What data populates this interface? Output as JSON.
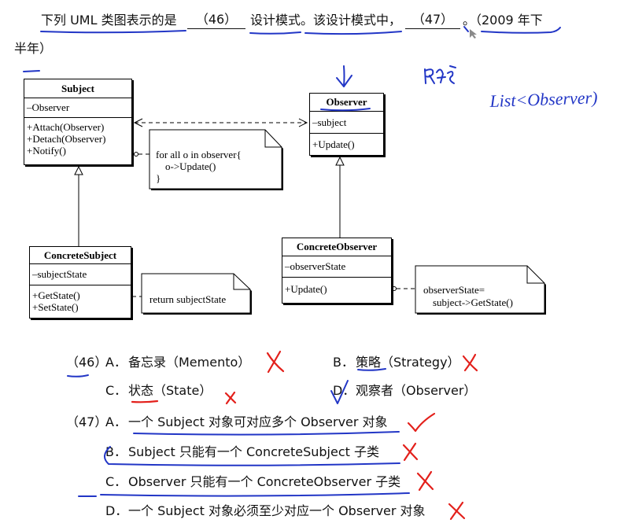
{
  "question": {
    "prefix": "下列 UML 类图表示的是",
    "blank_46": "（46）",
    "middle": "设计模式。该设计模式中，",
    "blank_47": "（47）",
    "suffix": "。（2009 年下",
    "line2": "半年）"
  },
  "diagram": {
    "subject": {
      "name": "Subject",
      "attributes": [
        "–Observer"
      ],
      "methods": [
        "+Attach(Observer)",
        "+Detach(Observer)",
        "+Notify()"
      ]
    },
    "observer": {
      "name": "Observer",
      "attributes": [
        "–subject"
      ],
      "methods": [
        "+Update()"
      ]
    },
    "concrete_subject": {
      "name": "ConcreteSubject",
      "attributes": [
        "–subjectState"
      ],
      "methods": [
        "+GetState()",
        "+SetState()"
      ]
    },
    "concrete_observer": {
      "name": "ConcreteObserver",
      "attributes": [
        "–observerState"
      ],
      "methods": [
        "+Update()"
      ]
    },
    "notes": {
      "notify": [
        "for all o in observer{",
        "o->Update()",
        "}"
      ],
      "get_state": [
        "return subjectState"
      ],
      "update": [
        "observerState=",
        "subject->GetState()"
      ]
    }
  },
  "handwriting": {
    "margin_note": "List<Observer)"
  },
  "options": {
    "q46": {
      "label": "（46）",
      "items": [
        {
          "letter": "A．",
          "text": "备忘录（Memento）",
          "mark": "cross-mark"
        },
        {
          "letter": "B．",
          "text": "策略（Strategy）",
          "mark": "cross-mark"
        },
        {
          "letter": "C．",
          "text": "状态（State）",
          "mark": "cross-mark"
        },
        {
          "letter": "D．",
          "text": "观察者（Observer）",
          "mark": "check-mark"
        }
      ]
    },
    "q47": {
      "label": "（47）",
      "items": [
        {
          "letter": "A．",
          "text": "一个 Subject 对象可对应多个 Observer 对象",
          "mark": "check-mark"
        },
        {
          "letter": "B．",
          "text": "Subject 只能有一个 ConcreteSubject 子类",
          "mark": "cross-mark"
        },
        {
          "letter": "C．",
          "text": "Observer 只能有一个 ConcreteObserver 子类",
          "mark": "cross-mark"
        },
        {
          "letter": "D．",
          "text": "一个 Subject 对象必须至少对应一个 Observer 对象",
          "mark": "cross-mark"
        }
      ]
    }
  },
  "colors": {
    "ink": "#111111",
    "pen_blue": "#2236c6",
    "pen_red": "#e3201b",
    "diagram_line": "#000000"
  }
}
